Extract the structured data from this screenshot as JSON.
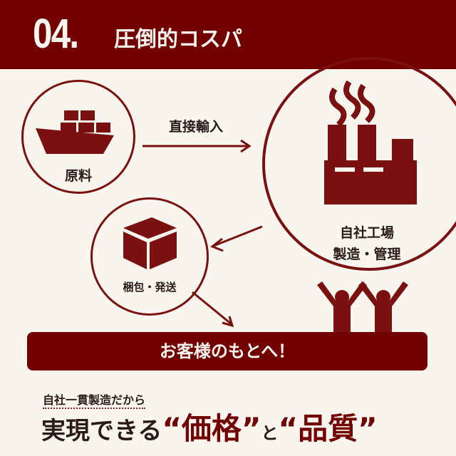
{
  "header": {
    "number": "04.",
    "title": "圧倒的コスパ"
  },
  "flow": {
    "material_label": "原料",
    "import_label": "直接輸入",
    "factory_line1": "自社工場",
    "factory_line2": "製造・管理",
    "shipping_label": "梱包・発送",
    "banner": "お客様のもとへ！"
  },
  "footer": {
    "sub": "自社一貫製造だから",
    "main_prefix": "実現できる",
    "q1": "“価格”",
    "mid": "と",
    "q2": "“品質”"
  },
  "colors": {
    "brand": "#720000",
    "background": "#f8f5ee"
  }
}
